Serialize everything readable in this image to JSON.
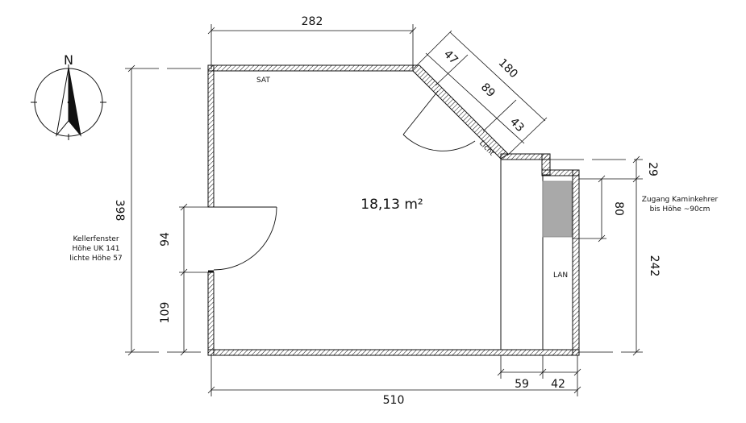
{
  "plan": {
    "area": "18,13 m²",
    "labels": {
      "sat": "SAT",
      "licht": "Licht",
      "lan": "LAN",
      "north": "N"
    },
    "dimensions": {
      "top": "282",
      "bottom": "510",
      "left": "398",
      "right": "242",
      "diag_total": "180",
      "diag_a": "47",
      "diag_b": "89",
      "diag_c": "43",
      "left_upper": "94",
      "left_lower": "109",
      "bottom_a": "59",
      "bottom_b": "42",
      "right_top": "29",
      "chimney": "80"
    },
    "notes": {
      "kellerfenster": [
        "Kellerfenster",
        "Höhe UK 141",
        "lichte Höhe 57"
      ],
      "kaminkehrer": [
        "Zugang Kaminkehrer",
        "bis Höhe ~90cm"
      ]
    },
    "colors": {
      "line": "#111111",
      "chimney_fill": "#a9a9a9",
      "background": "#ffffff"
    }
  }
}
